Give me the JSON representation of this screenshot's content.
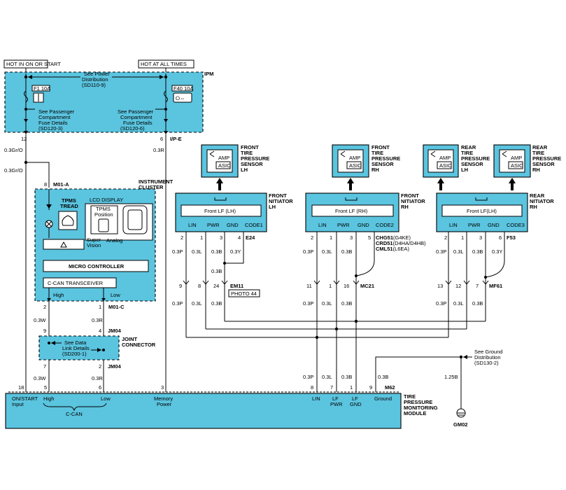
{
  "power": {
    "hot_ign": "HOT IN ON OR START",
    "hot_always": "HOT AT ALL TIMES",
    "ipm": "IPM",
    "see_power": [
      "See Power",
      "Distribution",
      "(SD110-9)"
    ],
    "fuse_f1": "F1 10A",
    "fuse_f40": "F40 10A",
    "see_pass_left": [
      "See Passenger",
      "Compartment",
      "Fuse Details",
      "(SD120-3)"
    ],
    "see_pass_right": [
      "See Passenger",
      "Compartment",
      "Fuse Details",
      "(SD120-6)"
    ],
    "pin_12": "12",
    "pin_6": "6",
    "conn_ipe": "I/P-E"
  },
  "wires_left": {
    "w1": "0.3Gr/O",
    "w2": "0.3Gr/O",
    "w3": "0.3R"
  },
  "cluster": {
    "title": [
      "INSTRUMENT",
      "CLUSTER"
    ],
    "pin8": "8",
    "m01a": "M01-A",
    "tpms_tread": [
      "TPMS",
      "TREAD"
    ],
    "lcd": "LCD DISPLAY",
    "tpms_position": [
      "TPMS",
      "Position"
    ],
    "super_vision": [
      "Super",
      "Vision"
    ],
    "analog": "Analog",
    "micro": "MICRO CONTROLLER",
    "can_trans": "C-CAN TRANSCEIVER",
    "high": "High",
    "low": "Low",
    "pin2": "2",
    "pin1": "1",
    "m01c": "M01-C",
    "w_high": "0.3W",
    "w_low": "0.3R",
    "pin9": "9",
    "pin4": "4",
    "jm04_top": "JM04",
    "joint": [
      "JOINT",
      "CONNECTOR"
    ],
    "see_data": [
      "See Data",
      "Link Details",
      "(SD200-1)"
    ],
    "pin7": "7",
    "pin2b": "2",
    "jm04_bot": "JM04",
    "w_high2": "0.3W",
    "w_low2": "0.3R"
  },
  "sensors": [
    {
      "title": [
        "FRONT",
        "TIRE",
        "PRESSURE",
        "SENSOR",
        "LH"
      ]
    },
    {
      "title": [
        "FRONT",
        "TIRE",
        "PRESSURE",
        "SENSOR",
        "RH"
      ]
    },
    {
      "title": [
        "REAR",
        "TIRE",
        "PRESSURE",
        "SENSOR",
        "LH"
      ]
    },
    {
      "title": [
        "REAR",
        "TIRE",
        "PRESSURE",
        "SENSOR",
        "RH"
      ]
    }
  ],
  "amp": "AMP",
  "asic": "ASIC",
  "initiators": [
    {
      "title": [
        "FRONT",
        "NITIATOR",
        "LH"
      ],
      "inner": "Front LF (LH)",
      "pins": [
        "LIN",
        "PWR",
        "GND",
        "CODE1"
      ],
      "pin_nums": [
        "2",
        "1",
        "3",
        "4"
      ],
      "conn": "E24",
      "wires": [
        "0.3P",
        "0.3L",
        "0.3B",
        "0.3Y"
      ],
      "wire_b2": "0.3B",
      "ic_pins": [
        "9",
        "8",
        "24"
      ],
      "ic_conn": "EM11",
      "photo": "PHOTO 44",
      "wires2": [
        "0.3P",
        "0.3L",
        "0.3B"
      ]
    },
    {
      "title": [
        "FRONT",
        "NITIATOR",
        "RH"
      ],
      "inner": "Front LF (RH)",
      "pins": [
        "LIN",
        "PWR",
        "GND",
        "CODE2"
      ],
      "pin_nums": [
        "2",
        "1",
        "3",
        "5"
      ],
      "conn_list": [
        {
          "name": "CHG51",
          "spec": "(G4KE)"
        },
        {
          "name": "CRD51",
          "spec": "(D4HA/D4HB)"
        },
        {
          "name": "CML51",
          "spec": "(L6EA)"
        }
      ],
      "wires": [
        "0.3P",
        "0.3L",
        "0.3B"
      ],
      "ic_pins": [
        "11",
        "1",
        "16"
      ],
      "ic_conn": "MC21",
      "wires2": [
        "0.3P",
        "0.3L",
        "0.3B"
      ]
    },
    {
      "title": [
        "REAR",
        "NITIATOR",
        "RH"
      ],
      "inner": "Front LF(LH)",
      "pins": [
        "LIN",
        "PWR",
        "GND",
        "CODE3"
      ],
      "pin_nums": [
        "2",
        "1",
        "3",
        "6"
      ],
      "conn": "F53",
      "wires": [
        "0.3P",
        "0.3L",
        "0.3B",
        "0.3Y"
      ],
      "ic_pins": [
        "13",
        "12",
        "7"
      ],
      "ic_conn": "MF61",
      "wires2": [
        "0.3P",
        "0.3L",
        "0.3B"
      ]
    }
  ],
  "ground": {
    "see": [
      "See Ground",
      "Distribution",
      "(SD130-2)"
    ],
    "w1": "0.3B",
    "w2": "1.25B",
    "label": "GM02"
  },
  "tpms_module": {
    "title": [
      "TIRE",
      "PRESSURE",
      "MONITORING",
      "MODULE"
    ],
    "pins": [
      "18",
      "5",
      "6",
      "3",
      "8",
      "7",
      "1",
      "9"
    ],
    "conn": "M62",
    "wires": [
      "0.3P",
      "0.3L",
      "0.3B",
      "0.3B"
    ],
    "labels": {
      "on_start": [
        "ON/START",
        "Input"
      ],
      "high": "High",
      "low": "Low",
      "ccan": "C-CAN",
      "memory": [
        "Memory",
        "Power"
      ],
      "lin": "LIN",
      "lf_pwr": [
        "LF",
        "PWR"
      ],
      "lf_gnd": [
        "LF",
        "GND"
      ],
      "ground": "Ground"
    }
  }
}
